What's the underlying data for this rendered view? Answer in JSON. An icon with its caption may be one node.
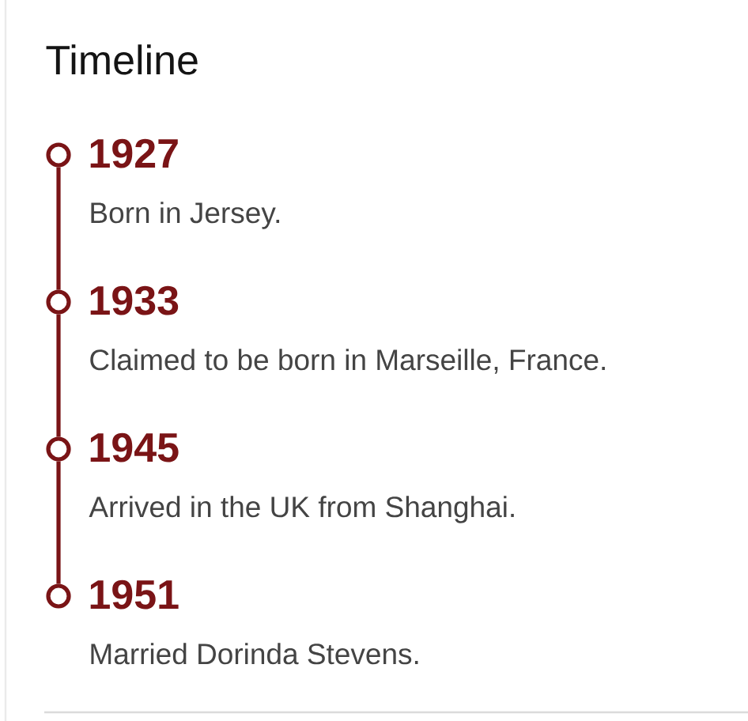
{
  "diagram": {
    "title": "Timeline",
    "nodes": [
      {
        "text": [],
        "shape": "circle",
        "beside": [
          "1927",
          "Born in Jersey."
        ]
      },
      {
        "text": [],
        "shape": "circle",
        "beside": [
          "1933",
          "Claimed to be born in Marseille, France."
        ]
      },
      {
        "text": [],
        "shape": "circle",
        "beside": [
          "1945",
          "Arrived in the UK from Shanghai."
        ]
      },
      {
        "text": [],
        "shape": "circle",
        "beside": [
          "1951",
          "Married Dorinda Stevens."
        ]
      }
    ],
    "edges": [
      {
        "from": 0,
        "to": 1,
        "arrow": "none"
      },
      {
        "from": 1,
        "to": 2,
        "arrow": "none"
      },
      {
        "from": 2,
        "to": 3,
        "arrow": "none"
      }
    ]
  }
}
